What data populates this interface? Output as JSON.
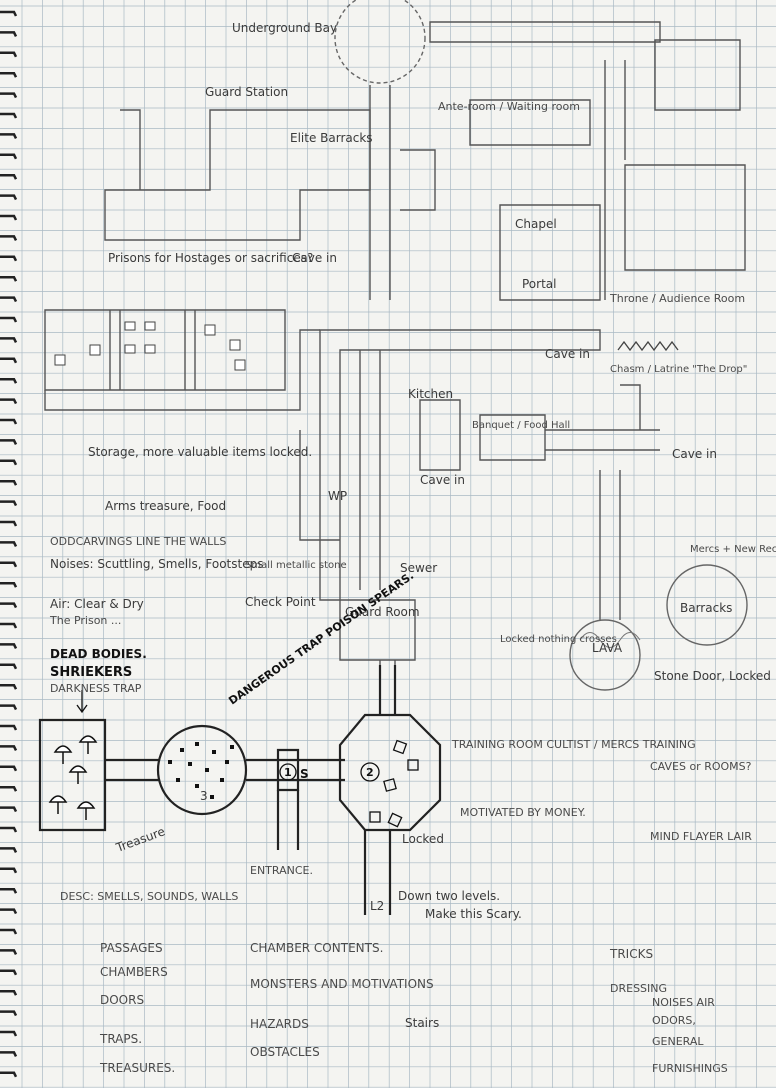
{
  "labels": {
    "underground_bay": "Underground Bay",
    "guard_station": "Guard Station",
    "elite_barracks": "Elite Barracks",
    "anteroom": "Ante-room / Waiting room",
    "chapel": "Chapel",
    "portal": "Portal",
    "throne_room": "Throne / Audience Room",
    "prisons": "Prisons for Hostages or sacrifices?",
    "cave_in_1": "Cave in",
    "cave_in_2": "Cave in",
    "cave_in_3": "Cave in",
    "cave_in_4": "Cave in",
    "chasm": "Chasm / Latrine \"The Drop\"",
    "kitchen": "Kitchen",
    "banquet": "Banquet / Food Hall",
    "storage": "Storage, more valuable items locked.",
    "arms_treasure": "Arms treasure, Food",
    "oddcarvings": "ODDCARVINGS LINE THE WALLS",
    "noises": "Noises: Scuttling, Smells, Footsteps",
    "air": "Air: Clear & Dry",
    "the_prison": "The Prison ...",
    "wp": "WP",
    "small_metallic": "Small metallic stone",
    "sewer": "Sewer",
    "check_point": "Check Point",
    "guard_room": "Guard Room",
    "mercs_quarters": "Mercs + New Recruits",
    "barracks": "Barracks",
    "locked_nothing": "Locked nothing crosses",
    "lava": "LAVA",
    "stone_door": "Stone Door, Locked",
    "dead_bodies": "DEAD BODIES.",
    "shriekers": "SHRIEKERS",
    "darkness_trap": "DARKNESS TRAP",
    "dangerous_trap": "DANGEROUS TRAP POISON SPEARS.",
    "training_room": "TRAINING ROOM CULTIST / MERCS TRAINING",
    "motivated": "MOTIVATED BY MONEY.",
    "caves_of_rooms": "CAVES or ROOMS?",
    "mind_flayer": "MIND FLAYER LAIR",
    "treasure": "Treasure",
    "entrance": "ENTRANCE.",
    "locked": "Locked",
    "down_two_levels": "Down two levels.",
    "make_scary": "Make this Scary.",
    "desc": "DESC: SMELLS, SOUNDS, WALLS",
    "l2": "L2",
    "room_1": "1",
    "room_2": "2",
    "room_3": "3",
    "s_marker": "S"
  },
  "checklist": {
    "left": [
      "PASSAGES",
      "CHAMBERS",
      "DOORS",
      "TRAPS.",
      "TREASURES."
    ],
    "middle": [
      "CHAMBER CONTENTS.",
      "MONSTERS AND MOTIVATIONS",
      "HAZARDS",
      "OBSTACLES"
    ],
    "stairs": "Stairs",
    "right": [
      "TRICKS",
      "DRESSING",
      "NOISES AIR",
      "ODORS,",
      "GENERAL",
      "FURNISHINGS"
    ]
  },
  "colors": {
    "paper": "#f4f4f1",
    "grid": "#a9b9c4",
    "pencil": "#555555",
    "ink": "#111111"
  }
}
